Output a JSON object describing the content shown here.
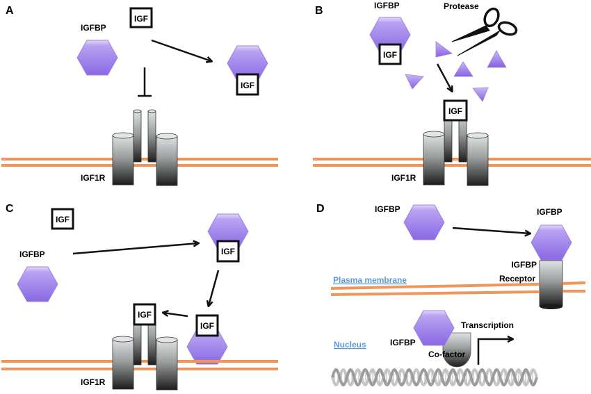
{
  "figure": {
    "panels": [
      {
        "letter": "A",
        "labels": {
          "igfbp": "IGFBP",
          "igf_free": "IGF",
          "igf_bound": "IGF",
          "receptor": "IGF1R"
        }
      },
      {
        "letter": "B",
        "labels": {
          "igfbp": "IGFBP",
          "igf_bound": "IGF",
          "protease": "Protease",
          "igf_receptor": "IGF",
          "receptor": "IGF1R"
        }
      },
      {
        "letter": "C",
        "labels": {
          "igf_free": "IGF",
          "igfbp": "IGFBP",
          "igf_bound1": "IGF",
          "igf_bound2": "IGF",
          "igf_receptor": "IGF",
          "receptor": "IGF1R"
        }
      },
      {
        "letter": "D",
        "labels": {
          "igfbp_free": "IGFBP",
          "igfbp_bound": "IGFBP",
          "igfbp_receptor_line1": "IGFBP",
          "igfbp_receptor_line2": "Receptor",
          "plasma_membrane": "Plasma membrane",
          "nucleus": "Nucleus",
          "igfbp_nuclear": "IGFBP",
          "cofactor": "Co-factor",
          "transcription": "Transcription"
        }
      }
    ],
    "colors": {
      "igfbp_light": "#d8c8f8",
      "igfbp_dark": "#8f6ee6",
      "membrane": "#f0965a",
      "receptor_light": "#d9dcdc",
      "receptor_dark": "#202020",
      "label_link": "#5b9bd5"
    }
  }
}
